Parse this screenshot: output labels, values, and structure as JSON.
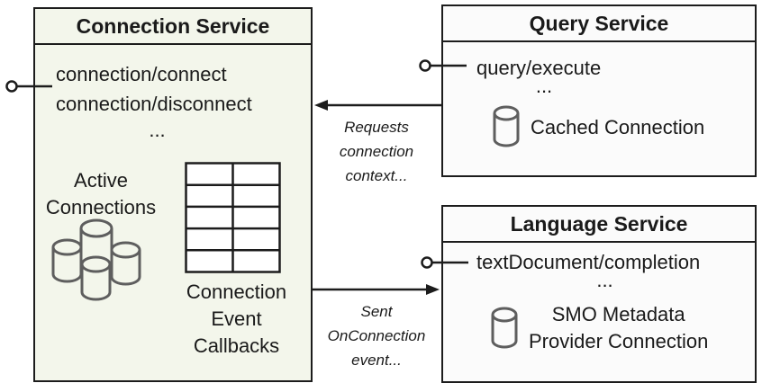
{
  "colors": {
    "page_bg": "#ffffff",
    "connection_box_bg": "#f3f6eb",
    "service_box_bg": "#fbfbfb",
    "border": "#1c1c1c",
    "icon_stroke": "#5e5e5e",
    "text": "#1a1a1a"
  },
  "connection_service": {
    "title": "Connection Service",
    "methods": [
      "connection/connect",
      "connection/disconnect"
    ],
    "ellipsis": "...",
    "active_connections": [
      "Active",
      "Connections"
    ],
    "callbacks": [
      "Connection",
      "Event",
      "Callbacks"
    ]
  },
  "query_service": {
    "title": "Query Service",
    "methods": [
      "query/execute"
    ],
    "ellipsis": "...",
    "cached_connection": "Cached Connection"
  },
  "language_service": {
    "title": "Language Service",
    "methods": [
      "textDocument/completion"
    ],
    "ellipsis": "...",
    "smo_connection": [
      "SMO Metadata",
      "Provider Connection"
    ]
  },
  "arrows": {
    "requests_connection": [
      "Requests",
      "connection",
      "context..."
    ],
    "sent_onconnection": [
      "Sent",
      "OnConnection",
      "event..."
    ]
  },
  "icons": {
    "connections_cluster": "database-cluster-icon",
    "callbacks_table": "table-grid-icon",
    "cached_connection": "database-icon",
    "smo_connection": "database-icon",
    "interface": "lollipop-interface-icon"
  }
}
